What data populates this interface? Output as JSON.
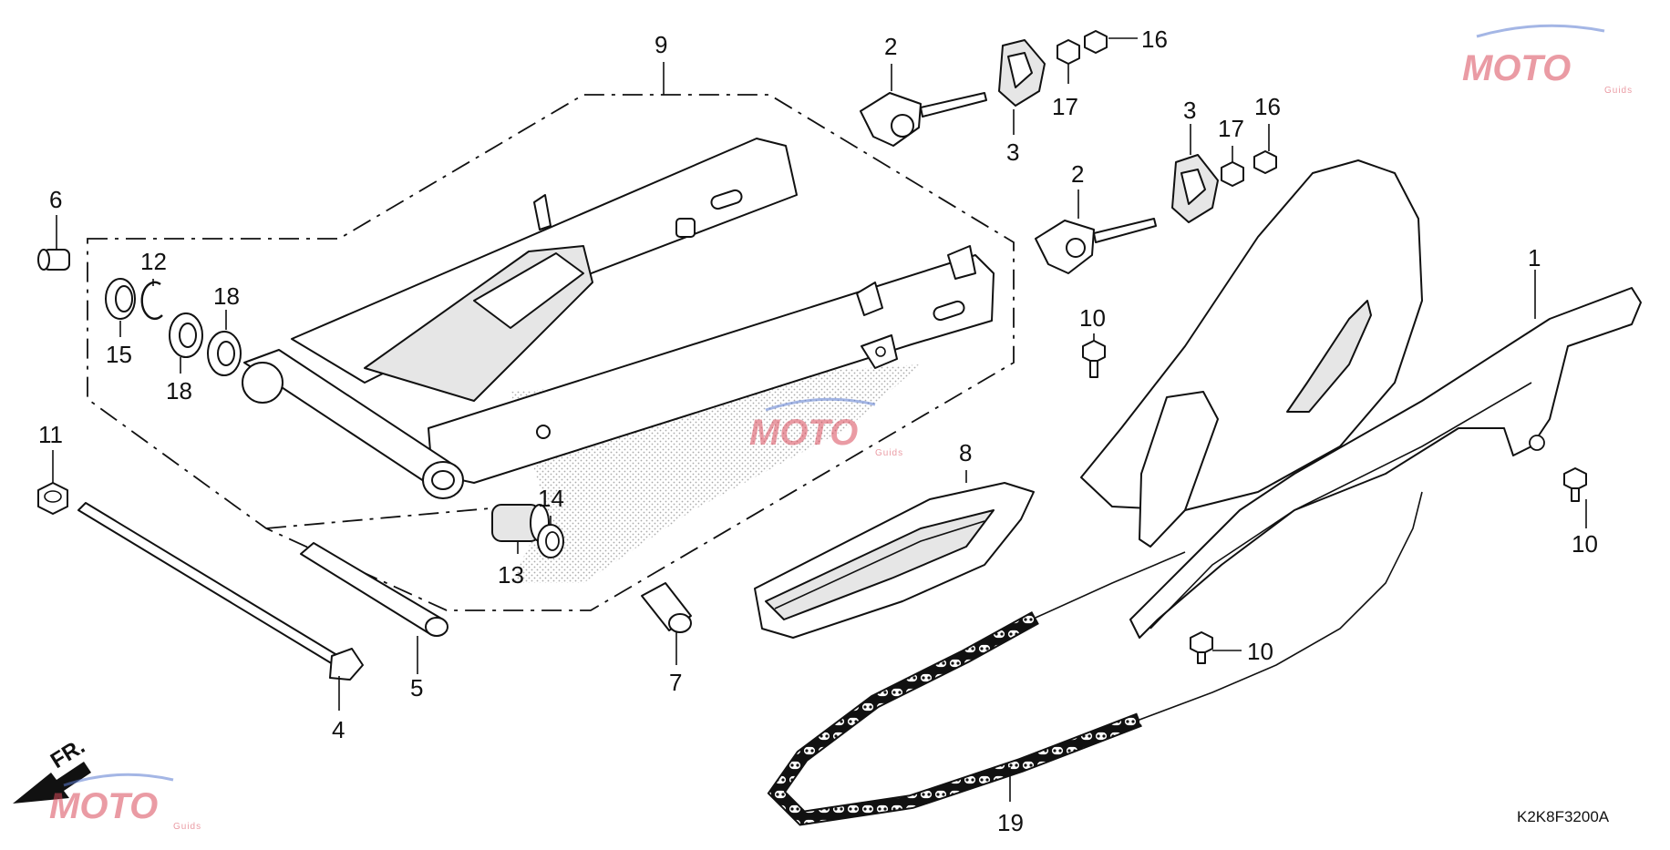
{
  "diagram": {
    "code": "K2K8F3200A",
    "front_marker": "FR.",
    "watermark": {
      "text": "MOTO",
      "sub": "Guids"
    },
    "callouts": {
      "c1": "1",
      "c2a": "2",
      "c2b": "2",
      "c3a": "3",
      "c3b": "3",
      "c4": "4",
      "c5": "5",
      "c6": "6",
      "c7": "7",
      "c8": "8",
      "c9": "9",
      "c10a": "10",
      "c10b": "10",
      "c10c": "10",
      "c11": "11",
      "c12": "12",
      "c13": "13",
      "c14": "14",
      "c15": "15",
      "c16a": "16",
      "c16b": "16",
      "c17a": "17",
      "c17b": "17",
      "c18a": "18",
      "c18b": "18",
      "c19": "19"
    }
  }
}
